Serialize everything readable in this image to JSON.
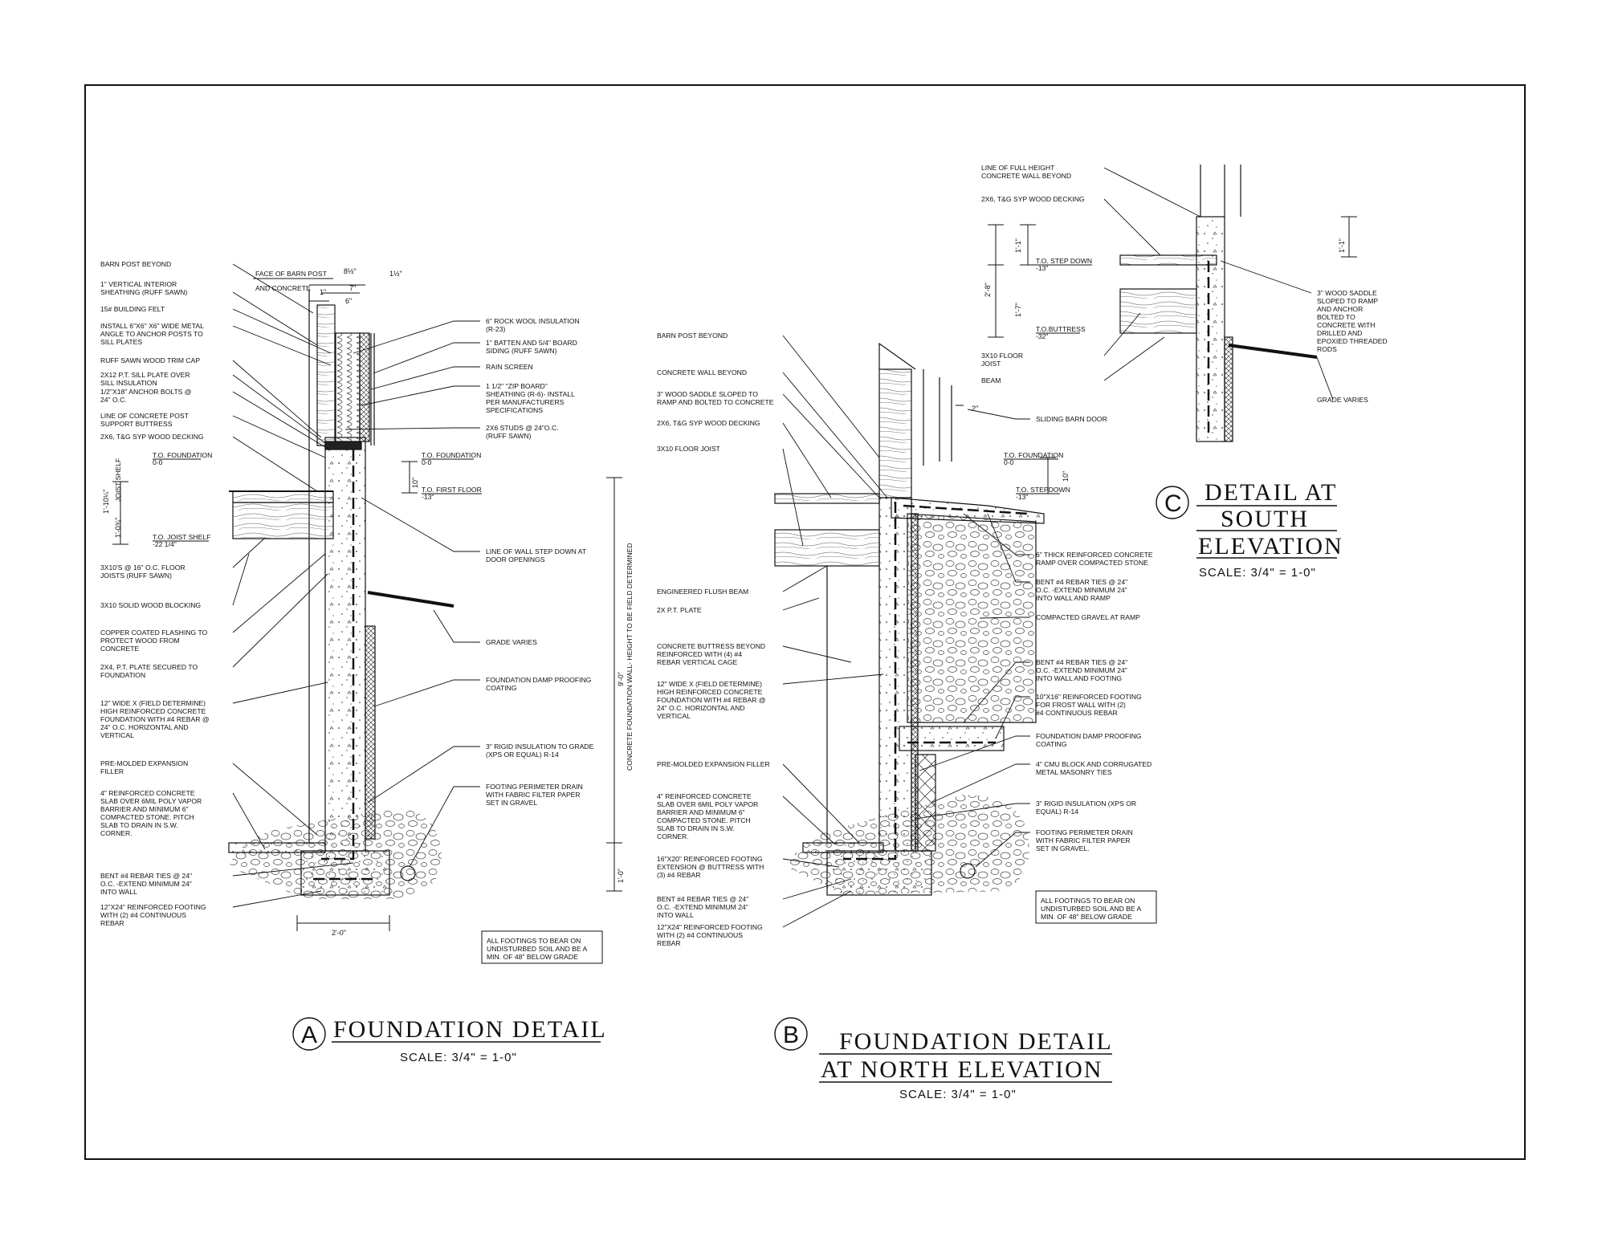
{
  "detail_a": {
    "title": "FOUNDATION DETAIL",
    "marker": "A",
    "scale": "SCALE: 3/4\" = 1-0\"",
    "left_labels": [
      "BARN POST BEYOND",
      "1\" VERTICAL INTERIOR",
      "SHEATHING (RUFF SAWN)",
      "15# BUILDING FELT",
      "INSTALL 6\"X6\" X6\" WIDE METAL",
      "ANGLE TO ANCHOR POSTS TO",
      "SILL PLATES",
      "RUFF SAWN WOOD TRIM CAP",
      "2X12 P.T. SILL PLATE OVER",
      "SILL INSULATION",
      "1/2\"X18\" ANCHOR BOLTS @",
      "24\" O.C.",
      "LINE OF CONCRETE POST",
      "SUPPORT BUTTRESS",
      "2X6, T&G SYP WOOD DECKING",
      "3X10'S @ 16\" O.C. FLOOR",
      "JOISTS (RUFF SAWN)",
      "3X10 SOLID WOOD BLOCKING",
      "COPPER COATED FLASHING TO",
      "PROTECT WOOD FROM",
      "CONCRETE",
      "2X4, P.T. PLATE SECURED TO",
      "FOUNDATION",
      "12\" WIDE X (FIELD DETERMINE)",
      "HIGH REINFORCED CONCRETE",
      "FOUNDATION WITH #4 REBAR @",
      "24\" O.C. HORIZONTAL AND",
      "VERTICAL",
      "PRE-MOLDED EXPANSION",
      "FILLER",
      "4\" REINFORCED CONCRETE",
      "SLAB OVER 6MIL POLY VAPOR",
      "BARRIER AND MINIMUM 6\"",
      "COMPACTED STONE. PITCH",
      "SLAB TO DRAIN IN S.W.",
      "CORNER.",
      "BENT #4 REBAR TIES @ 24\"",
      "O.C. -EXTEND MINIMUM 24\"",
      "INTO WALL",
      "12\"X24\" REINFORCED FOOTING",
      "WITH (2) #4 CONTINUOUS",
      "REBAR"
    ],
    "right_labels": [
      "6\" ROCK WOOL INSULATION",
      "(R-23)",
      "1\" BATTEN AND 5/4\" BOARD",
      "SIDING (RUFF SAWN)",
      "RAIN SCREEN",
      "1 1/2\" \"ZIP BOARD\"",
      "SHEATHING (R-6)- INSTALL",
      "PER MANUFACTURERS",
      "SPECIFICATIONS",
      "2X6 STUDS @ 24\"O.C.",
      "(RUFF SAWN)",
      "LINE OF WALL STEP DOWN AT",
      "DOOR OPENINGS",
      "GRADE VARIES",
      "FOUNDATION DAMP PROOFING",
      "COATING",
      "3\" RIGID INSULATION TO GRADE",
      "(XPS OR EQUAL) R-14",
      "FOOTING PERIMETER DRAIN",
      "WITH FABRIC FILTER PAPER",
      "SET IN GRAVEL"
    ],
    "top_labels": [
      "FACE OF BARN POST",
      "AND CONCRETE"
    ],
    "dims": [
      "8½\"",
      "7\"",
      "1\"",
      "6\"",
      "1½\"",
      "10\"",
      "1'-10¼\"",
      "JOIST SHELF",
      "1'-0¾\"",
      "9'-0\"",
      "1'-0\"",
      "2'-0\""
    ],
    "levels": [
      "T.O. FOUNDATION",
      "0-0",
      "T.O. FOUNDATION",
      "0-0",
      "T.O. FIRST FLOOR",
      "-13\"",
      "T.O. JOIST SHELF",
      "-22 1/4\""
    ],
    "vertical_note": "CONCRETE FOUNDATION WALL- HEIGHT TO BE FIELD DETERMINED",
    "note": [
      "ALL FOOTINGS TO BEAR ON",
      "UNDISTURBED SOIL AND BE A",
      "MIN. OF 48\" BELOW GRADE"
    ]
  },
  "detail_b": {
    "title_line1": "FOUNDATION DETAIL",
    "title_line2": "AT NORTH ELEVATION",
    "marker": "B",
    "scale": "SCALE: 3/4\" = 1-0\"",
    "left_labels": [
      "BARN POST BEYOND",
      "CONCRETE WALL BEYOND",
      "3\" WOOD SADDLE SLOPED TO",
      "RAMP AND BOLTED TO CONCRETE",
      "2X6, T&G SYP WOOD DECKING",
      "3X10 FLOOR JOIST",
      "ENGINEERED FLUSH BEAM",
      "2X P.T. PLATE",
      "CONCRETE BUTTRESS BEYOND",
      "REINFORCED WITH (4) #4",
      "REBAR VERTICAL CAGE",
      "12\" WIDE X (FIELD DETERMINE)",
      "HIGH REINFORCED CONCRETE",
      "FOUNDATION WITH #4 REBAR @",
      "24\" O.C. HORIZONTAL AND",
      "VERTICAL",
      "PRE-MOLDED EXPANSION FILLER",
      "4\" REINFORCED CONCRETE",
      "SLAB OVER 6MIL POLY VAPOR",
      "BARRIER AND MINIMUM 6\"",
      "COMPACTED STONE. PITCH",
      "SLAB TO DRAIN IN S.W.",
      "CORNER.",
      "16\"X20\" REINFORCED FOOTING",
      "EXTENSION @ BUTTRESS WITH",
      "(3) #4 REBAR",
      "BENT #4 REBAR TIES @ 24\"",
      "O.C. -EXTEND MINIMUM 24\"",
      "INTO WALL",
      "12\"X24\" REINFORCED FOOTING",
      "WITH (2) #4 CONTINUOUS",
      "REBAR"
    ],
    "right_labels": [
      "SLIDING BARN DOOR",
      "6\" THICK REINFORCED CONCRETE",
      "RAMP OVER COMPACTED STONE",
      "BENT #4 REBAR TIES @ 24\"",
      "O.C. -EXTEND MINIMUM 24\"",
      "INTO WALL AND RAMP",
      "COMPACTED GRAVEL AT RAMP",
      "BENT #4 REBAR TIES @ 24\"",
      "O.C. -EXTEND MINIMUM 24\"",
      "INTO WALL AND FOOTING",
      "10\"X16\" REINFORCED FOOTING",
      "FOR FROST WALL WITH (2)",
      "#4 CONTINUOUS REBAR",
      "FOUNDATION DAMP PROOFING",
      "COATING",
      "4\" CMU BLOCK AND CORRUGATED",
      "METAL MASONRY TIES",
      "3\" RIGID INSULATION (XPS OR",
      "EQUAL) R-14",
      "FOOTING PERIMETER DRAIN",
      "WITH FABRIC FILTER PAPER",
      "SET IN GRAVEL."
    ],
    "dims": [
      "2\"",
      "10\""
    ],
    "levels": [
      "T.O. FOUNDATION",
      "0-0",
      "T.O. STEPDOWN",
      "-13\""
    ],
    "note": [
      "ALL FOOTINGS TO BEAR ON",
      "UNDISTURBED SOIL AND BE A",
      "MIN. OF 48\" BELOW GRADE"
    ]
  },
  "detail_c": {
    "title_line1": "DETAIL AT",
    "title_line2": "SOUTH",
    "title_line3": "ELEVATION",
    "marker": "C",
    "scale": "SCALE: 3/4\" = 1-0\"",
    "left_labels": [
      "LINE OF FULL HEIGHT",
      "CONCRETE WALL BEYOND",
      "2X6, T&G SYP WOOD DECKING",
      "3X10 FLOOR",
      "JOIST",
      "BEAM"
    ],
    "right_labels": [
      "3\" WOOD SADDLE",
      "SLOPED TO RAMP",
      "AND ANCHOR",
      "BOLTED TO",
      "CONCRETE WITH",
      "DRILLED AND",
      "EPOXIED THREADED",
      "RODS",
      "GRADE VARIES"
    ],
    "dims": [
      "1'-1\"",
      "2'-8\"",
      "1'-7\"",
      "1'-1\""
    ],
    "levels": [
      "T.O. STEP DOWN",
      "-13\"",
      "T.O.BUTTRESS",
      "-32\""
    ]
  }
}
